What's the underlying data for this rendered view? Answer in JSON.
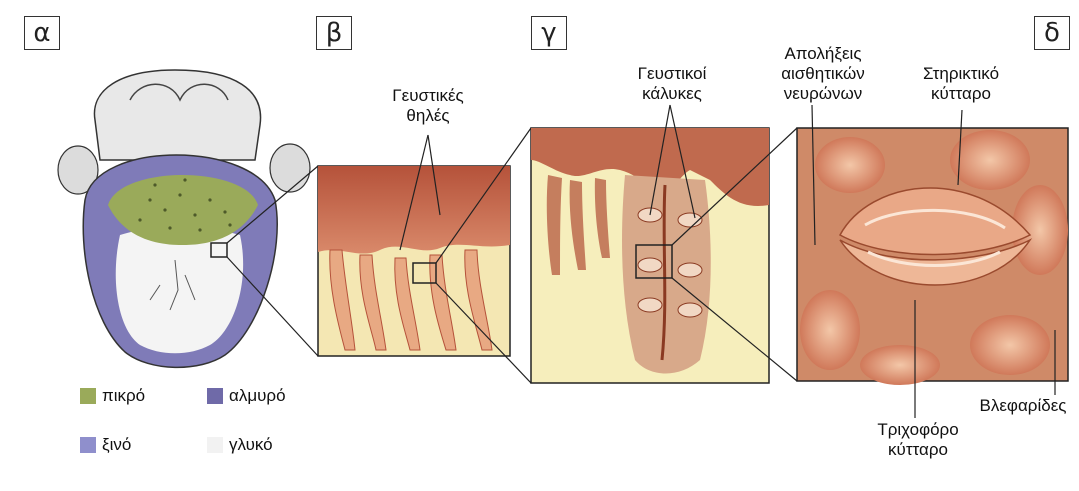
{
  "panels": {
    "a": "α",
    "b": "β",
    "c": "γ",
    "d": "δ"
  },
  "labels": {
    "taste_papillae_1": "Γευστικές",
    "taste_papillae_2": "θηλές",
    "taste_buds_1": "Γευστικοί",
    "taste_buds_2": "κάλυκες",
    "nerve_endings_1": "Απολήξεις",
    "nerve_endings_2": "αισθητικών",
    "nerve_endings_3": "νευρώνων",
    "support_cell_1": "Στηρικτικό",
    "support_cell_2": "κύτταρο",
    "hair_cell_1": "Τριχοφόρο",
    "hair_cell_2": "κύτταρο",
    "cilia": "Βλεφαρίδες"
  },
  "legend": [
    {
      "label": "πικρό",
      "color": "#9aaa5a"
    },
    {
      "label": "αλμυρό",
      "color": "#6f6aa8"
    },
    {
      "label": "ξινό",
      "color": "#8f8fcc"
    },
    {
      "label": "γλυκό",
      "color": "#f2f2f2"
    }
  ]
}
